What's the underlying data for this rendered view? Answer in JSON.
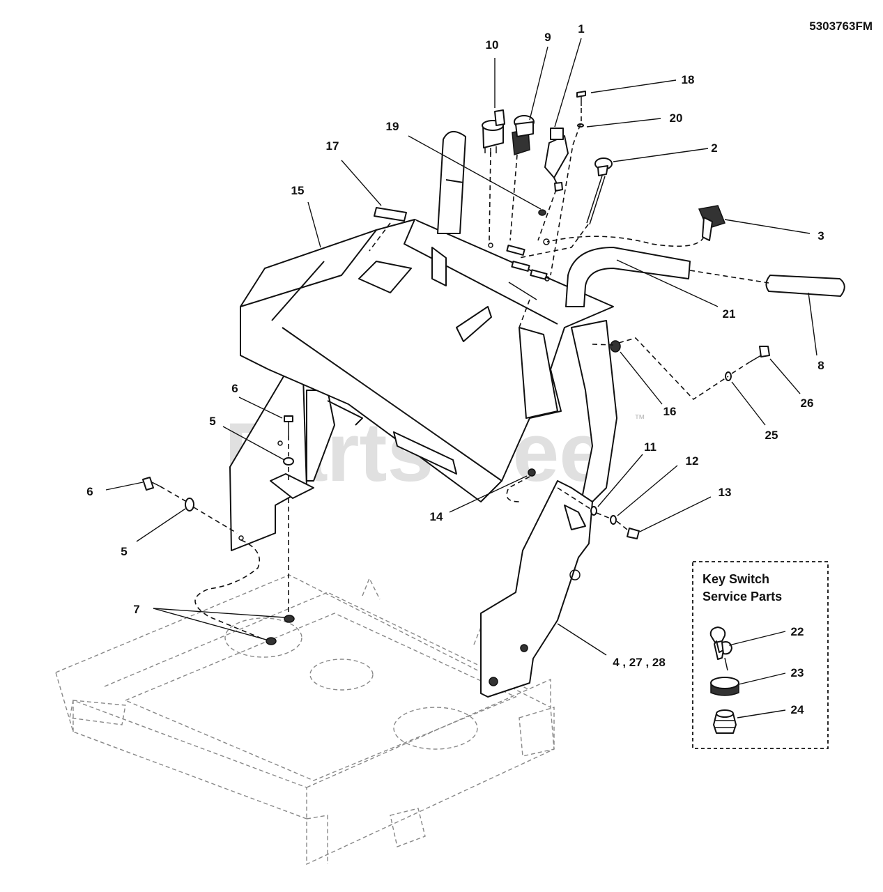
{
  "diagram": {
    "code": "5303763FM",
    "watermark": "PartsTree",
    "watermark_tm": "™",
    "callouts": [
      {
        "key": "1",
        "text": "1"
      },
      {
        "key": "2",
        "text": "2"
      },
      {
        "key": "3",
        "text": "3"
      },
      {
        "key": "4",
        "text": "4 , 27 , 28"
      },
      {
        "key": "5a",
        "text": "5"
      },
      {
        "key": "5b",
        "text": "5"
      },
      {
        "key": "6a",
        "text": "6"
      },
      {
        "key": "6b",
        "text": "6"
      },
      {
        "key": "7",
        "text": "7"
      },
      {
        "key": "8",
        "text": "8"
      },
      {
        "key": "9",
        "text": "9"
      },
      {
        "key": "10",
        "text": "10"
      },
      {
        "key": "11",
        "text": "11"
      },
      {
        "key": "12",
        "text": "12"
      },
      {
        "key": "13",
        "text": "13"
      },
      {
        "key": "14",
        "text": "14"
      },
      {
        "key": "15",
        "text": "15"
      },
      {
        "key": "16",
        "text": "16"
      },
      {
        "key": "17",
        "text": "17"
      },
      {
        "key": "18",
        "text": "18"
      },
      {
        "key": "19",
        "text": "19"
      },
      {
        "key": "20",
        "text": "20"
      },
      {
        "key": "21",
        "text": "21"
      },
      {
        "key": "25",
        "text": "25"
      },
      {
        "key": "26",
        "text": "26"
      }
    ],
    "service_box": {
      "title_line1": "Key Switch",
      "title_line2": "Service Parts",
      "items": [
        {
          "key": "22",
          "text": "22"
        },
        {
          "key": "23",
          "text": "23"
        },
        {
          "key": "24",
          "text": "24"
        }
      ]
    }
  }
}
